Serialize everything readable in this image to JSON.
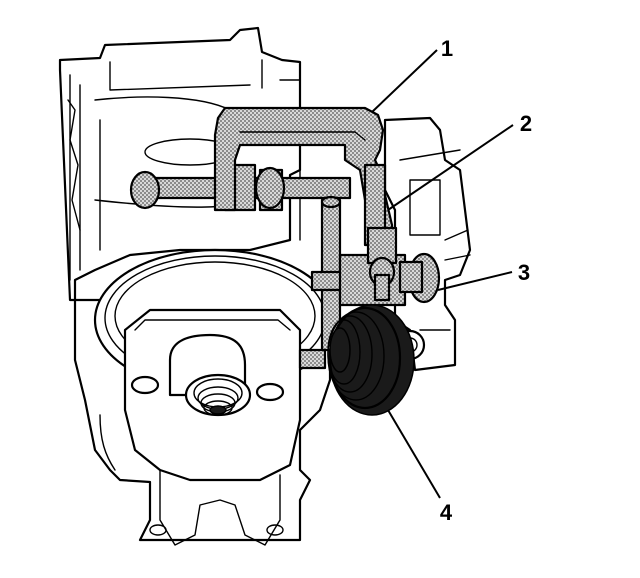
{
  "figure": {
    "callouts": [
      {
        "label": "1"
      },
      {
        "label": "2"
      },
      {
        "label": "3"
      },
      {
        "label": "4"
      }
    ]
  }
}
